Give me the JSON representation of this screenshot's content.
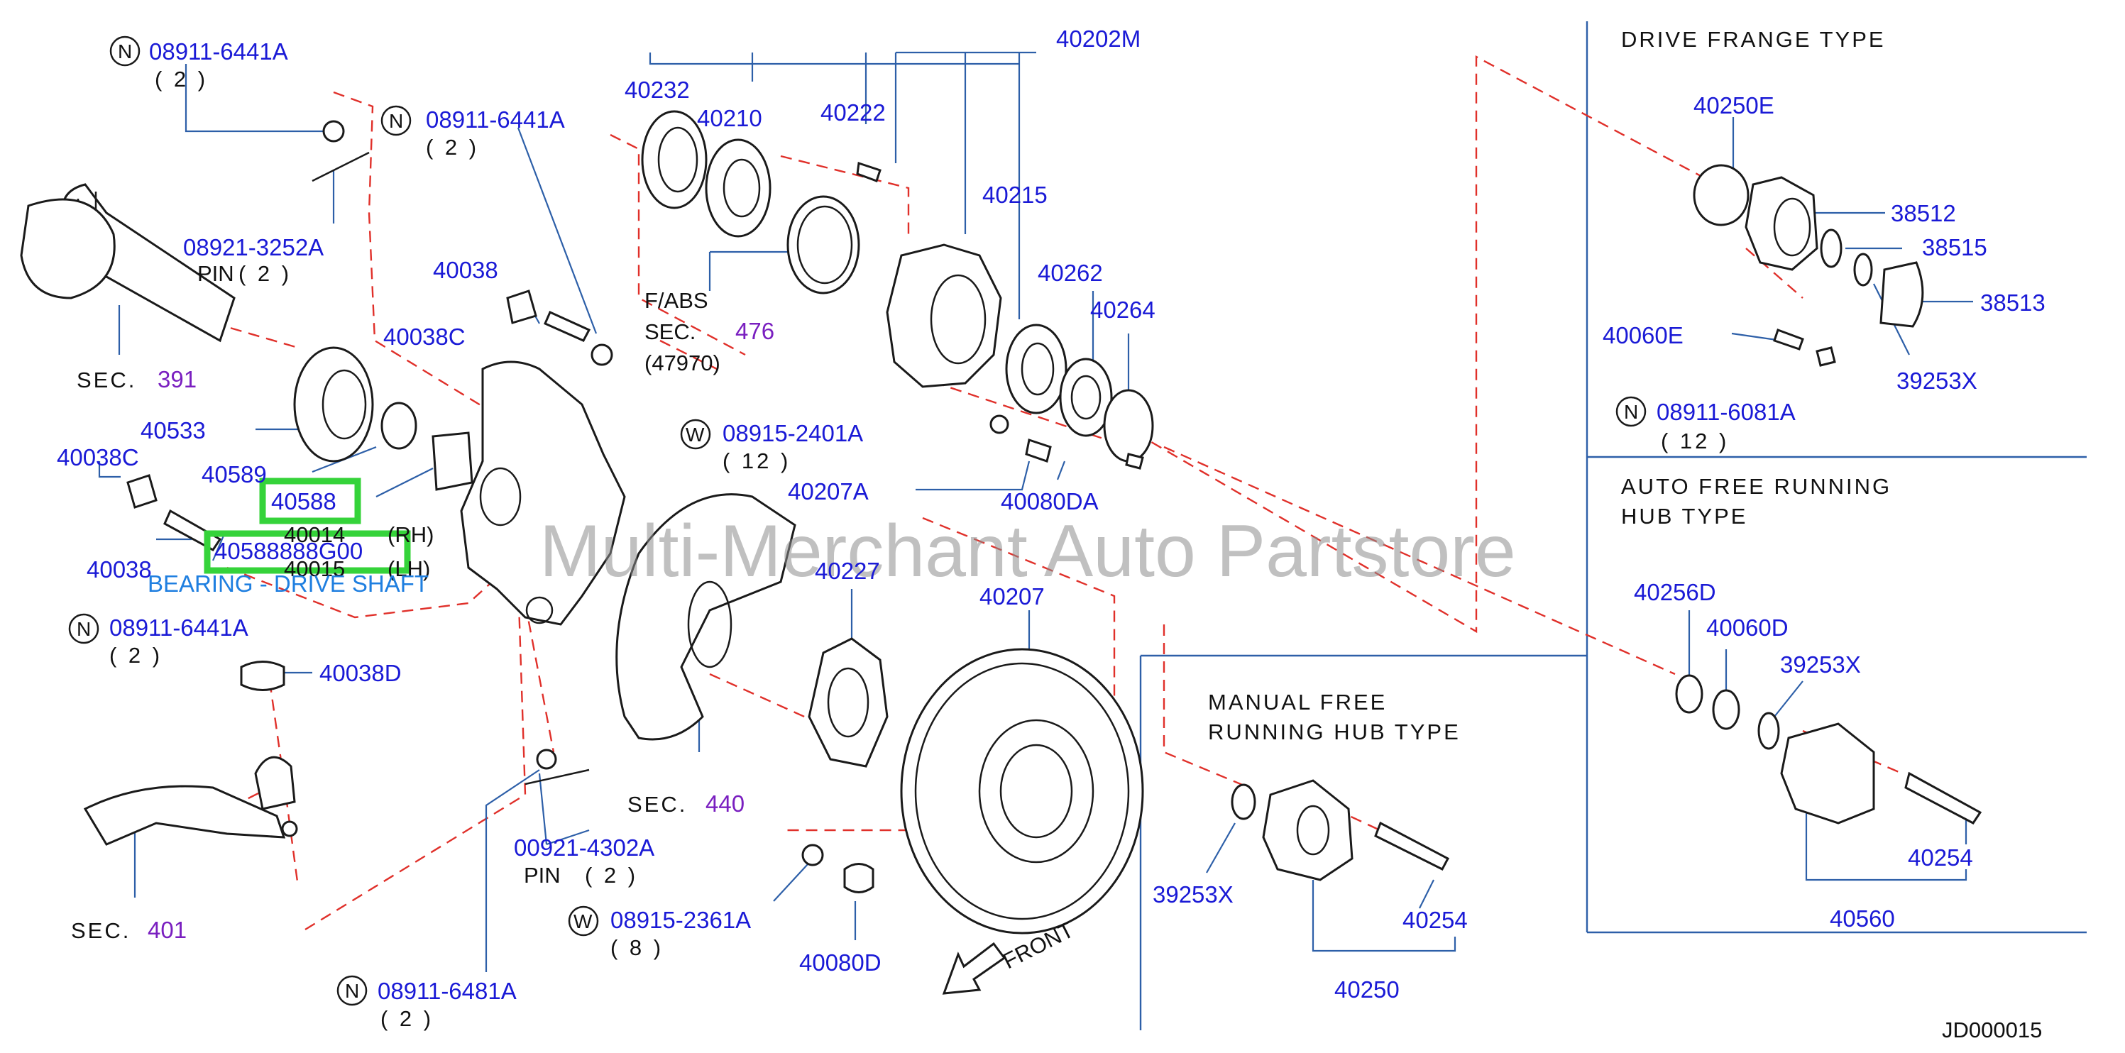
{
  "labels": {
    "p08911_6441A_top": "08911-6441A",
    "q2_a": "( 2 )",
    "p08911_6441A_mid": "08911-6441A",
    "q2_b": "( 2 )",
    "p08921_3252A": "08921-3252A",
    "pin_a": "PIN",
    "q2_c": "( 2 )",
    "p40232": "40232",
    "p40210": "40210",
    "p40222": "40222",
    "p40202M": "40202M",
    "p40215": "40215",
    "p40038_top": "40038",
    "p40038C_top": "40038C",
    "fabs": "F/ABS",
    "sec_476_lbl": "SEC.",
    "sec_476": "476",
    "p47970": "(47970)",
    "p40262": "40262",
    "p40264": "40264",
    "sec_391_lbl": "SEC.",
    "sec_391": "391",
    "p40533": "40533",
    "p40038C_left": "40038C",
    "p40589": "40589",
    "p40588": "40588",
    "p40014": "40014",
    "rh": "(RH)",
    "p40058": "40588888G00",
    "p40015": "40015",
    "lh": "(LH)",
    "bearing_note": "BEARING - DRIVE SHAFT",
    "p40038_left": "40038",
    "p08911_6441A_low": "08911-6441A",
    "q2_d": "( 2 )",
    "p40038D": "40038D",
    "p08915_2401A": "08915-2401A",
    "q12_a": "( 12 )",
    "p40207A": "40207A",
    "p40080DA": "40080DA",
    "p40227": "40227",
    "p40207": "40207",
    "sec_440_lbl": "SEC.",
    "sec_440": "440",
    "sec_401_lbl": "SEC.",
    "sec_401": "401",
    "p00921_4302A": "00921-4302A",
    "pin_b": "PIN",
    "q2_e": "( 2 )",
    "p08915_2361A": "08915-2361A",
    "q8": "( 8 )",
    "p40080D": "40080D",
    "front": "FRONT",
    "p08911_6481A": "08911-6481A",
    "q2_f": "( 2 )",
    "drive_flange_type": "DRIVE   FRANGE   TYPE",
    "p40250E": "40250E",
    "p38512": "38512",
    "p38515": "38515",
    "p38513": "38513",
    "p40060E": "40060E",
    "p39253X_a": "39253X",
    "p08911_6081A": "08911-6081A",
    "q12_b": "( 12 )",
    "auto_free_1": "AUTO   FREE   RUNNING",
    "auto_free_2": "HUB   TYPE",
    "p40256D": "40256D",
    "p40060D": "40060D",
    "p39253X_b": "39253X",
    "manual_free_1": "MANUAL   FREE",
    "manual_free_2": "RUNNING   HUB   TYPE",
    "p39253X_c": "39253X",
    "p40254_a": "40254",
    "p40250": "40250",
    "p40254_b": "40254",
    "p40560": "40560",
    "diagram_code": "JD000015",
    "watermark": "Multi-Merchant Auto Partstore"
  },
  "symbols": {
    "n": "N",
    "w": "W"
  },
  "colors": {
    "part_number": "#1a1ad6",
    "section_ref": "#7a1fc0",
    "note": "#1f7fe0",
    "highlight": "#35d33a",
    "dashed_leader": "#e0302a",
    "leader": "#2d5fa8"
  }
}
